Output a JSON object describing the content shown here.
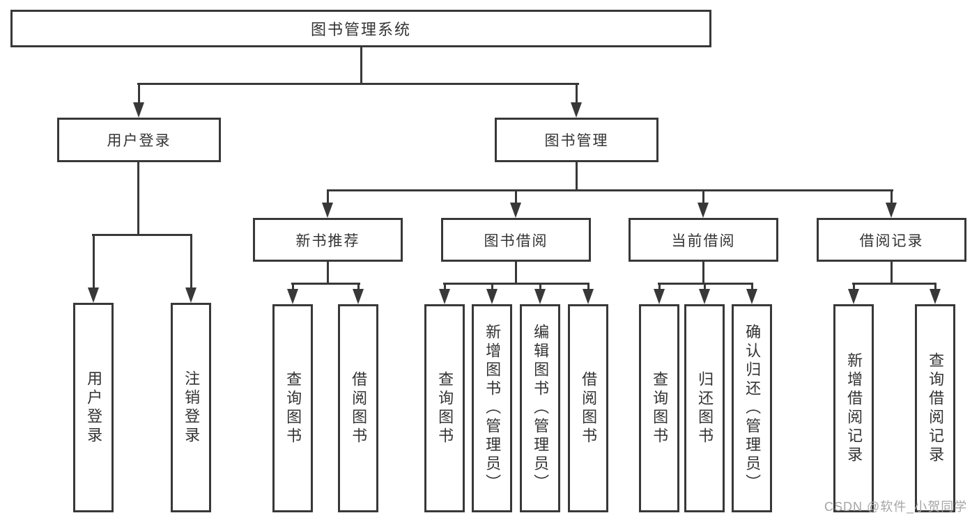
{
  "nodes": {
    "root": "图书管理系统",
    "l2": [
      "用户登录",
      "图书管理"
    ],
    "l3": [
      "新书推荐",
      "图书借阅",
      "当前借阅",
      "借阅记录"
    ],
    "leaves": {
      "user_login": [
        "用户登录",
        "注销登录"
      ],
      "new_book_recommend": [
        "查询图书",
        "借阅图书"
      ],
      "book_borrowing": [
        "查询图书",
        "新增图书（管理员）",
        "编辑图书（管理员）",
        "借阅图书"
      ],
      "current_borrowing": [
        "查询图书",
        "归还图书",
        "确认归还（管理员）"
      ],
      "borrowing_records": [
        "新增借阅记录",
        "查询借阅记录"
      ]
    }
  },
  "watermark": "CSDN @软件_小贺同学",
  "colors": {
    "line": "#383838",
    "text": "#333333",
    "watermark": "#a5a5a5",
    "background": "#ffffff"
  }
}
